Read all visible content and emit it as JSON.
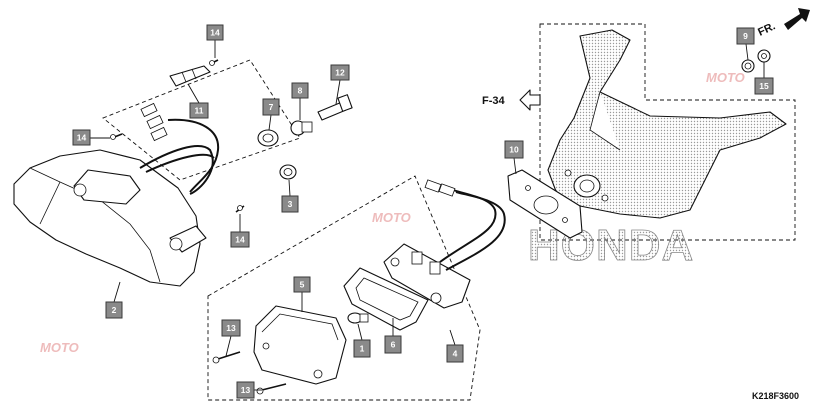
{
  "callouts": {
    "c1": "1",
    "c2": "2",
    "c3": "3",
    "c4": "4",
    "c5": "5",
    "c6": "6",
    "c7": "7",
    "c8": "8",
    "c9": "9",
    "c10": "10",
    "c11": "11",
    "c12": "12",
    "c13a": "13",
    "c13b": "13",
    "c14a": "14",
    "c14b": "14",
    "c14c": "14",
    "c15": "15"
  },
  "reference_label": "F-34",
  "direction_label": "FR.",
  "brand_watermark": "HONDA",
  "site_watermark": "MOTO",
  "diagram_code": "K218F3600",
  "colors": {
    "callout_fill": "#8a8a8a",
    "line": "#111111",
    "watermark": "#e8a0a0"
  }
}
